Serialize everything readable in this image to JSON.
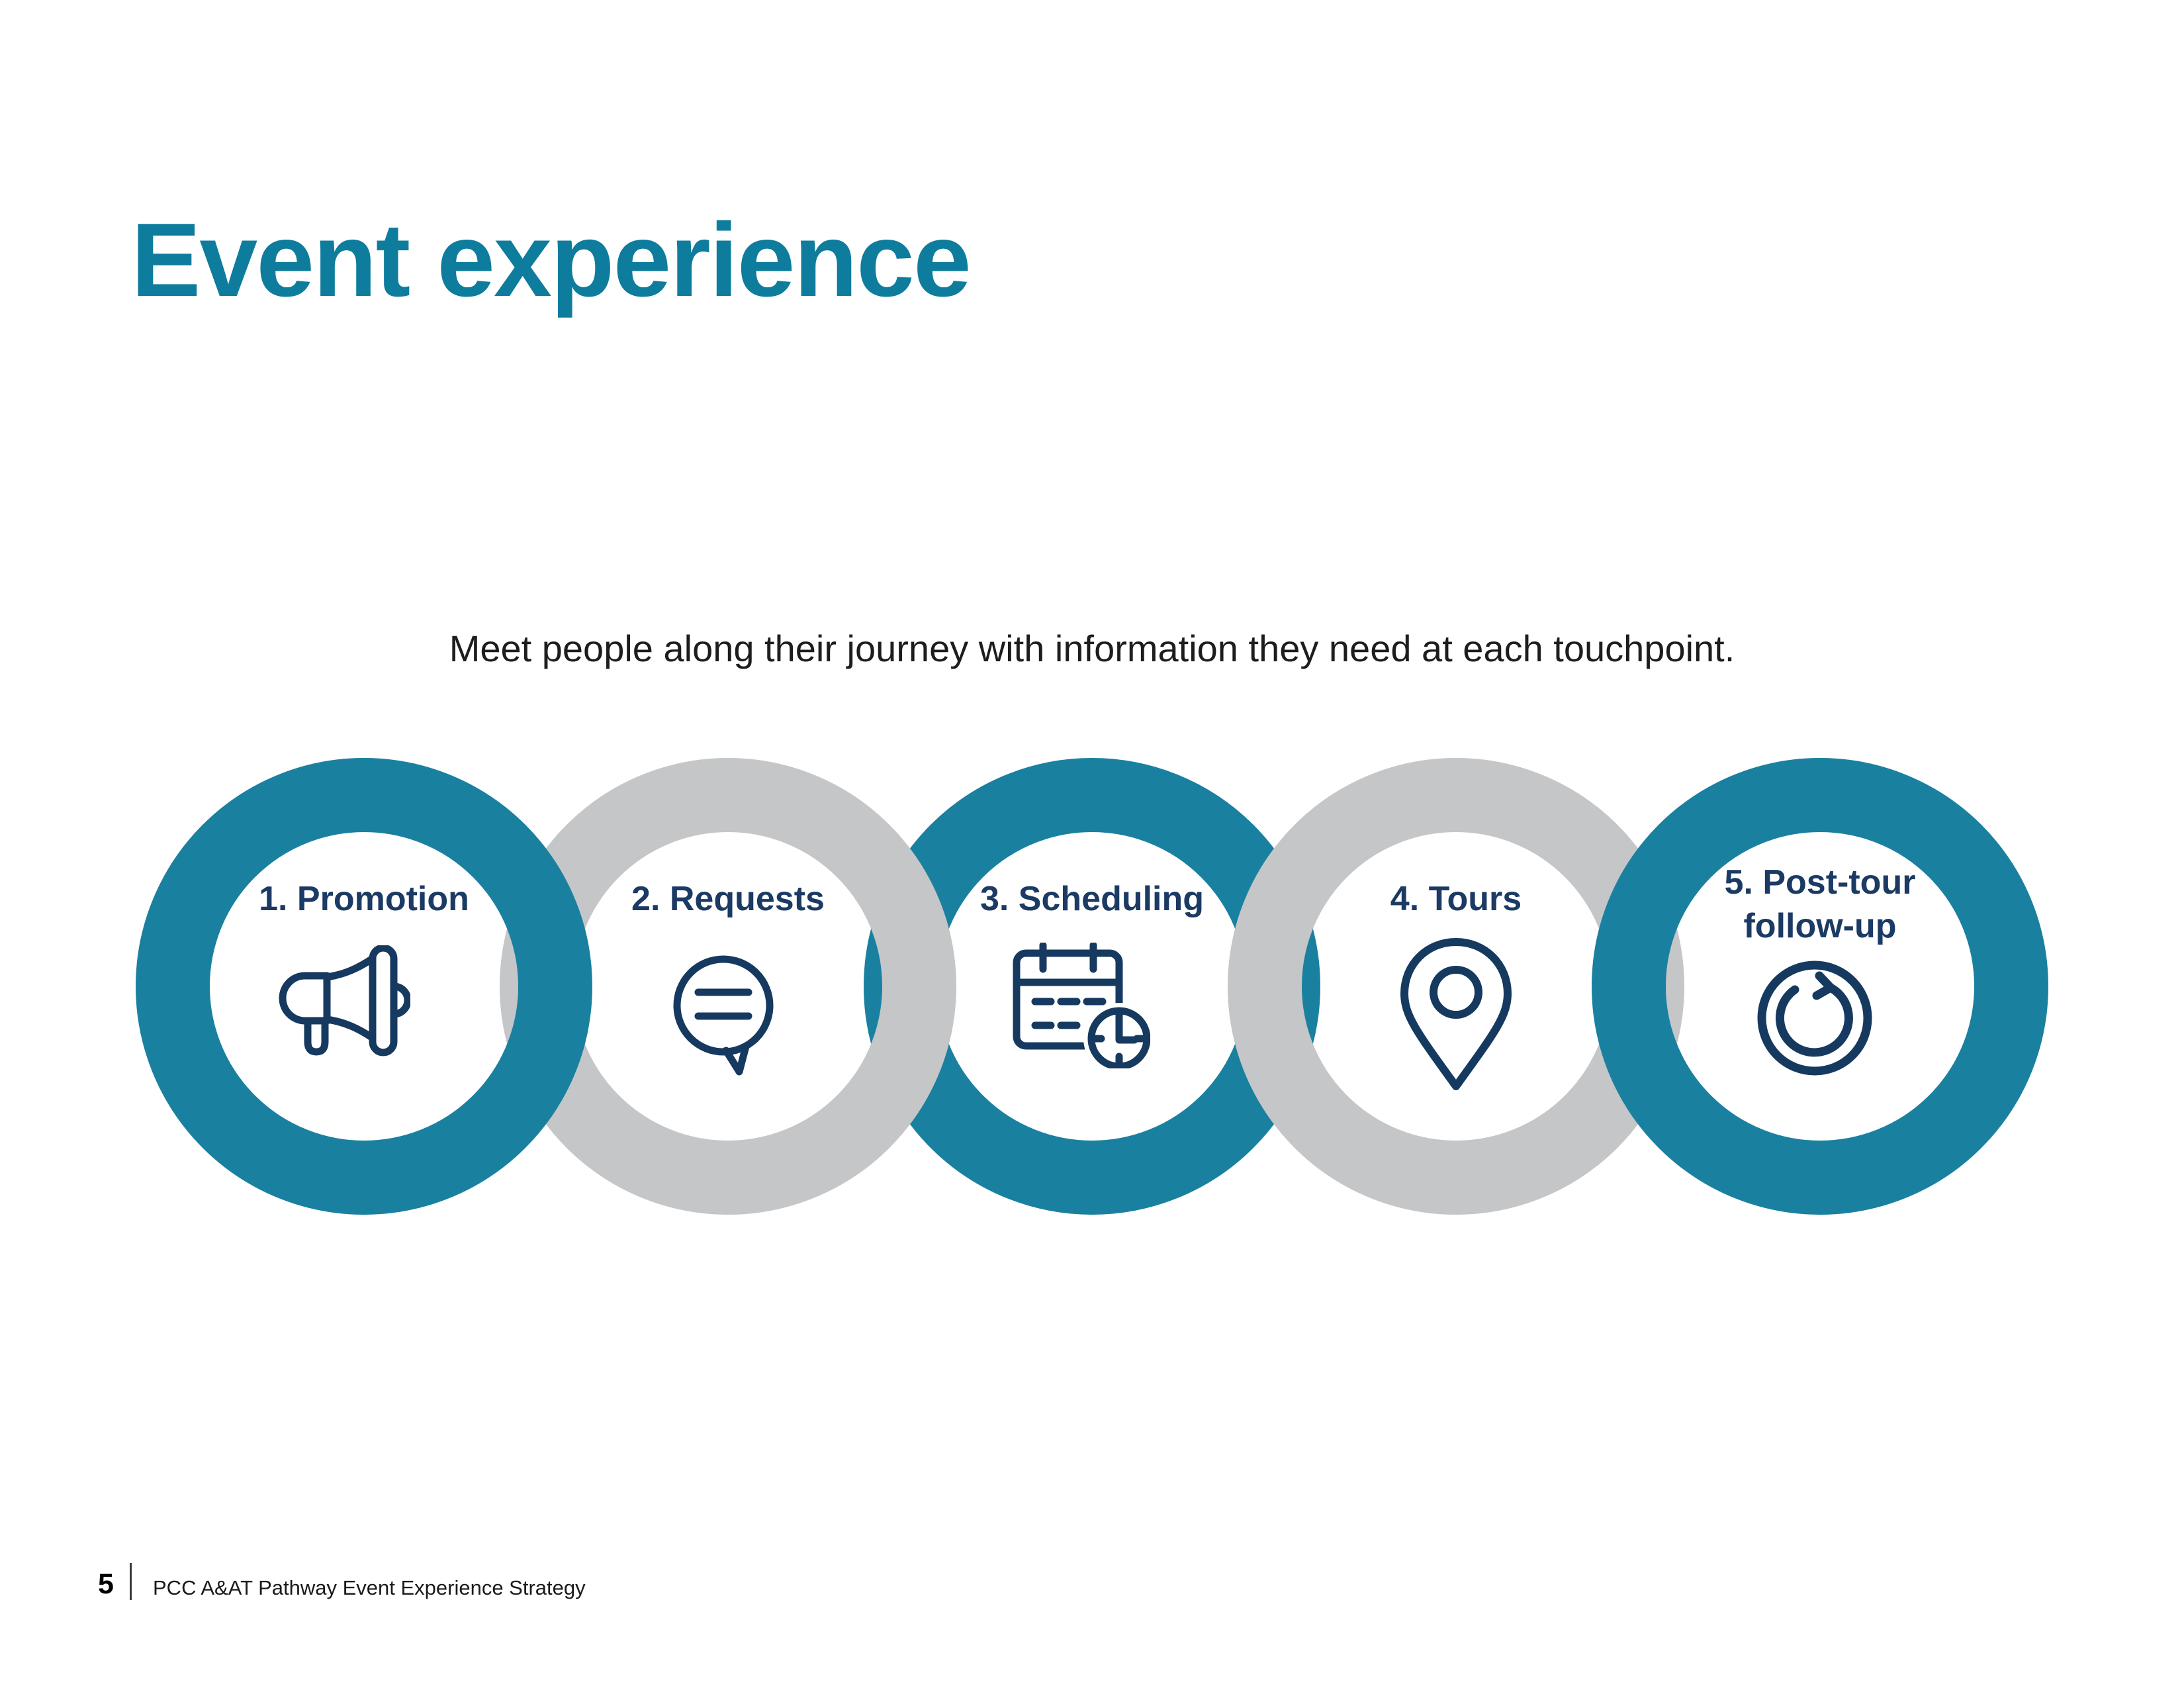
{
  "slide": {
    "title": "Event experience",
    "subtitle": "Meet people along their journey with information they need at each touchpoint.",
    "footer": {
      "page_number": "5",
      "text": "PCC A&AT Pathway Event Experience Strategy"
    }
  },
  "journey": {
    "steps": [
      {
        "label": "1. Promotion",
        "icon": "megaphone-icon",
        "ring_color_name": "teal"
      },
      {
        "label": "2. Requests",
        "icon": "speech-bubble-icon",
        "ring_color_name": "gray"
      },
      {
        "label": "3. Scheduling",
        "icon": "calendar-clock-icon",
        "ring_color_name": "teal"
      },
      {
        "label": "4. Tours",
        "icon": "map-pin-icon",
        "ring_color_name": "gray"
      },
      {
        "label": "5. Post-tour follow-up",
        "label_line1": "5. Post-tour",
        "label_line2": "follow-up",
        "icon": "refresh-icon",
        "ring_color_name": "teal"
      }
    ]
  },
  "colors": {
    "title_teal": "#0E7C9D",
    "ring_teal": "#1A80A0",
    "ring_gray": "#C5C6C8",
    "navy": "#1B3A64",
    "body_text": "#1D1D1B",
    "background": "#FFFFFF"
  }
}
